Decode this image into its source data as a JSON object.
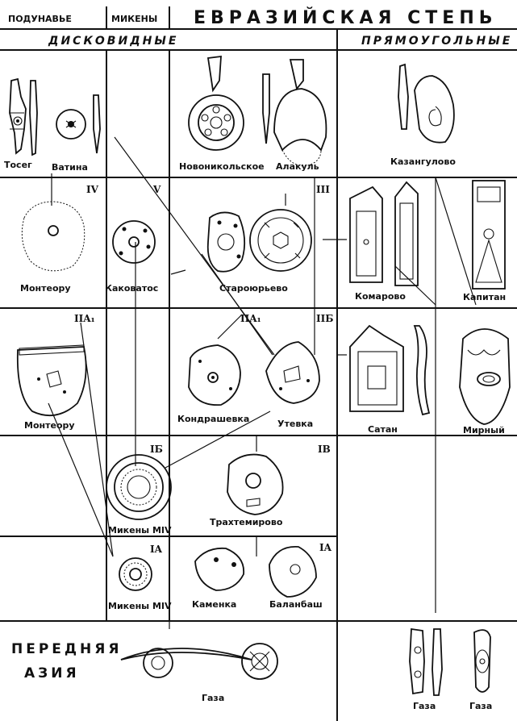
{
  "headers": {
    "danube": "ПОДУНАВЬЕ",
    "mycenae": "МИКЕНЫ",
    "steppe": "ЕВРАЗИЙСКАЯ СТЕПЬ",
    "disc": "ДИСКОВИДНЫЕ",
    "rect": "ПРЯМОУГОЛЬНЫЕ"
  },
  "region_near_east": [
    "ПЕРЕДНЯЯ",
    "АЗИЯ"
  ],
  "types": {
    "IV": "IV",
    "V": "V",
    "III": "III",
    "IIA1_left": "IIA₁",
    "IIA1_mid": "IIA₁",
    "IIB": "IIБ",
    "IB": "IБ",
    "IV_b": "IВ",
    "IA_mid": "IA",
    "IA_right": "IA"
  },
  "sites": {
    "toseg": "Тосег",
    "vatina": "Ватина",
    "novonikolskoe": "Новоникольское",
    "alakul": "Алакуль",
    "kazangulovo": "Казангулово",
    "monteoru1": "Монтеору",
    "kakovatos": "Каковатос",
    "staroyurevo": "Староюрьево",
    "komarovo": "Комарово",
    "kapitan": "Капитан",
    "monteoru2": "Монтеору",
    "kondrashevka": "Кондрашевка",
    "utevka": "Утевка",
    "satan": "Сатан",
    "mirny": "Мирный",
    "mikeny4a": "Микены MIV",
    "trakhtemirovo": "Трахтемирово",
    "mikeny4b": "Микены MIV",
    "kamenka": "Каменка",
    "balanbash": "Баланбаш",
    "gaza1": "Газа",
    "gaza2": "Газа",
    "gaza3": "Газа"
  }
}
